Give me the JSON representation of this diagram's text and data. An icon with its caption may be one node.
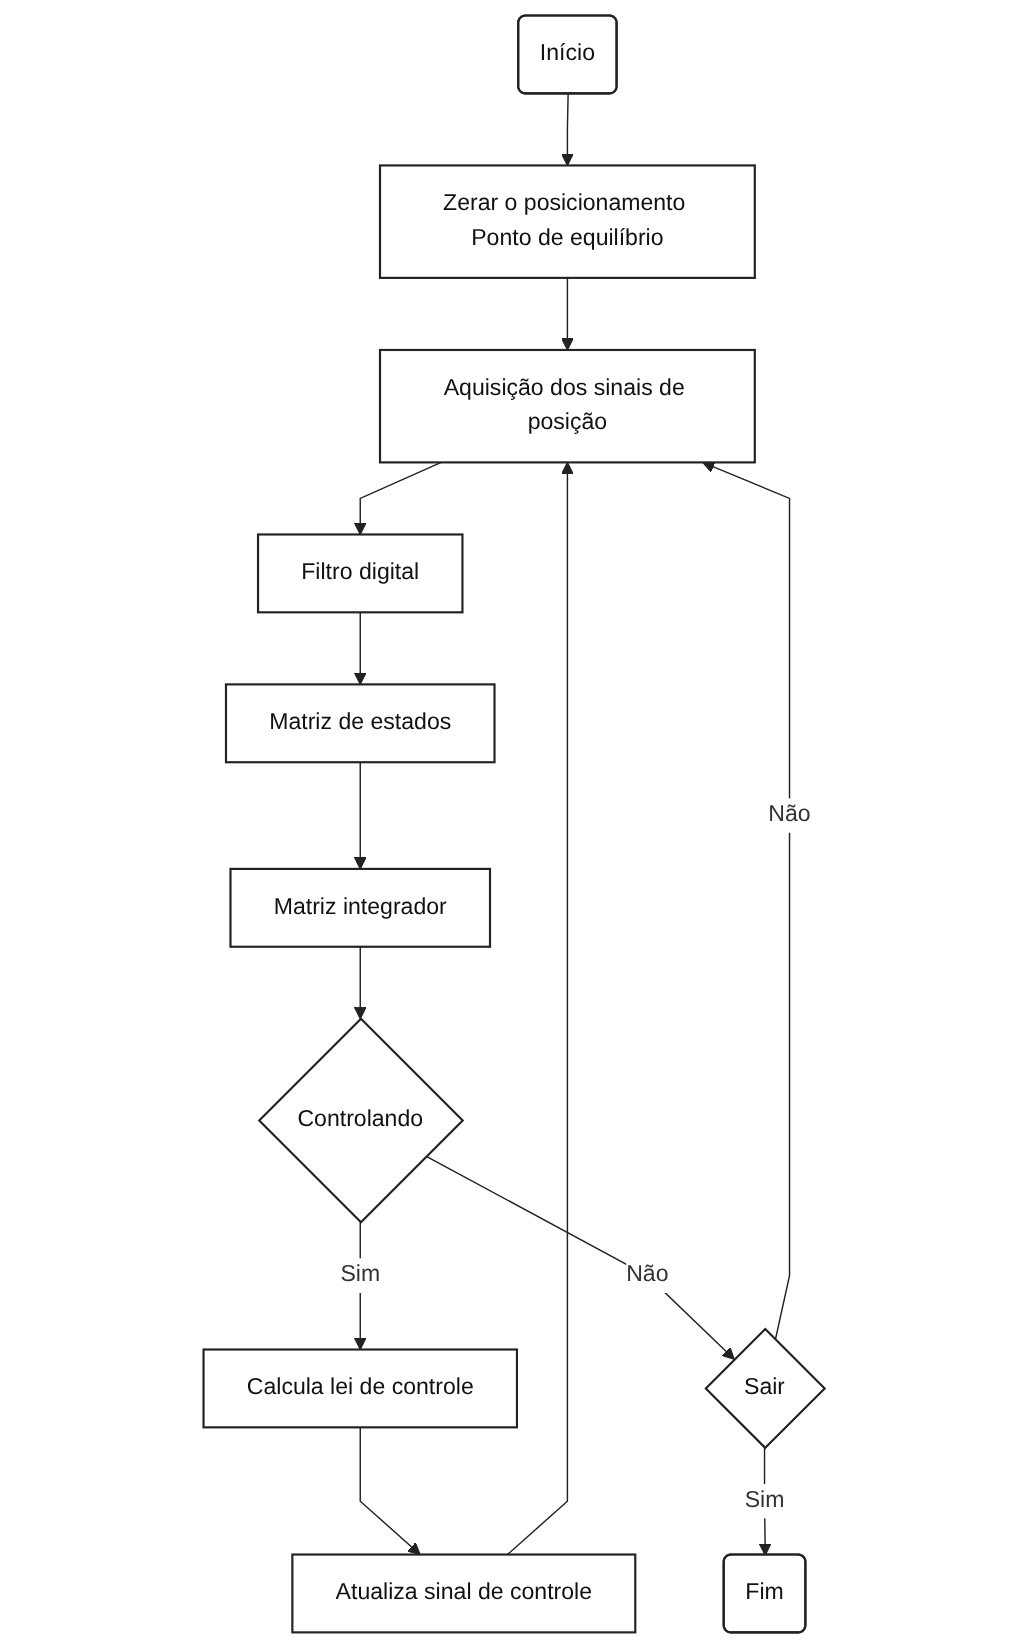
{
  "diagram": {
    "nodes": [
      {
        "text": [
          "Início"
        ]
      },
      {
        "text": [
          "Zerar o posicionamento Ponto de equilíbrio"
        ]
      },
      {
        "text": [
          "Aquisição dos sinais de posição"
        ]
      },
      {
        "text": [
          "Filtro digital"
        ]
      },
      {
        "text": [
          "Matriz de estados"
        ]
      },
      {
        "text": [
          "Matriz integrador"
        ]
      },
      {
        "text": [
          "Controlando"
        ]
      },
      {
        "text": [
          "Calcula lei de controle"
        ]
      },
      {
        "text": [
          "Atualiza sinal de controle"
        ]
      },
      {
        "text": [
          "Sair"
        ]
      },
      {
        "text": [
          "Fim"
        ]
      }
    ],
    "edges": [
      {
        "from": 0,
        "to": 1,
        "arrow": "to"
      },
      {
        "from": 1,
        "to": 2,
        "arrow": "to"
      },
      {
        "from": 2,
        "to": 3,
        "arrow": "to"
      },
      {
        "from": 3,
        "to": 4,
        "arrow": "to"
      },
      {
        "from": 4,
        "to": 5,
        "arrow": "to"
      },
      {
        "from": 5,
        "to": 6,
        "arrow": "to"
      },
      {
        "from": 6,
        "to": 7,
        "arrow": "to",
        "label": "Sim"
      },
      {
        "from": 7,
        "to": 8,
        "arrow": "to"
      },
      {
        "from": 8,
        "to": 2,
        "arrow": "to"
      },
      {
        "from": 6,
        "to": 9,
        "arrow": "to",
        "label": "Não"
      },
      {
        "from": 9,
        "to": 2,
        "arrow": "to",
        "label": "Não"
      },
      {
        "from": 9,
        "to": 10,
        "arrow": "to",
        "label": "Sim"
      }
    ]
  }
}
